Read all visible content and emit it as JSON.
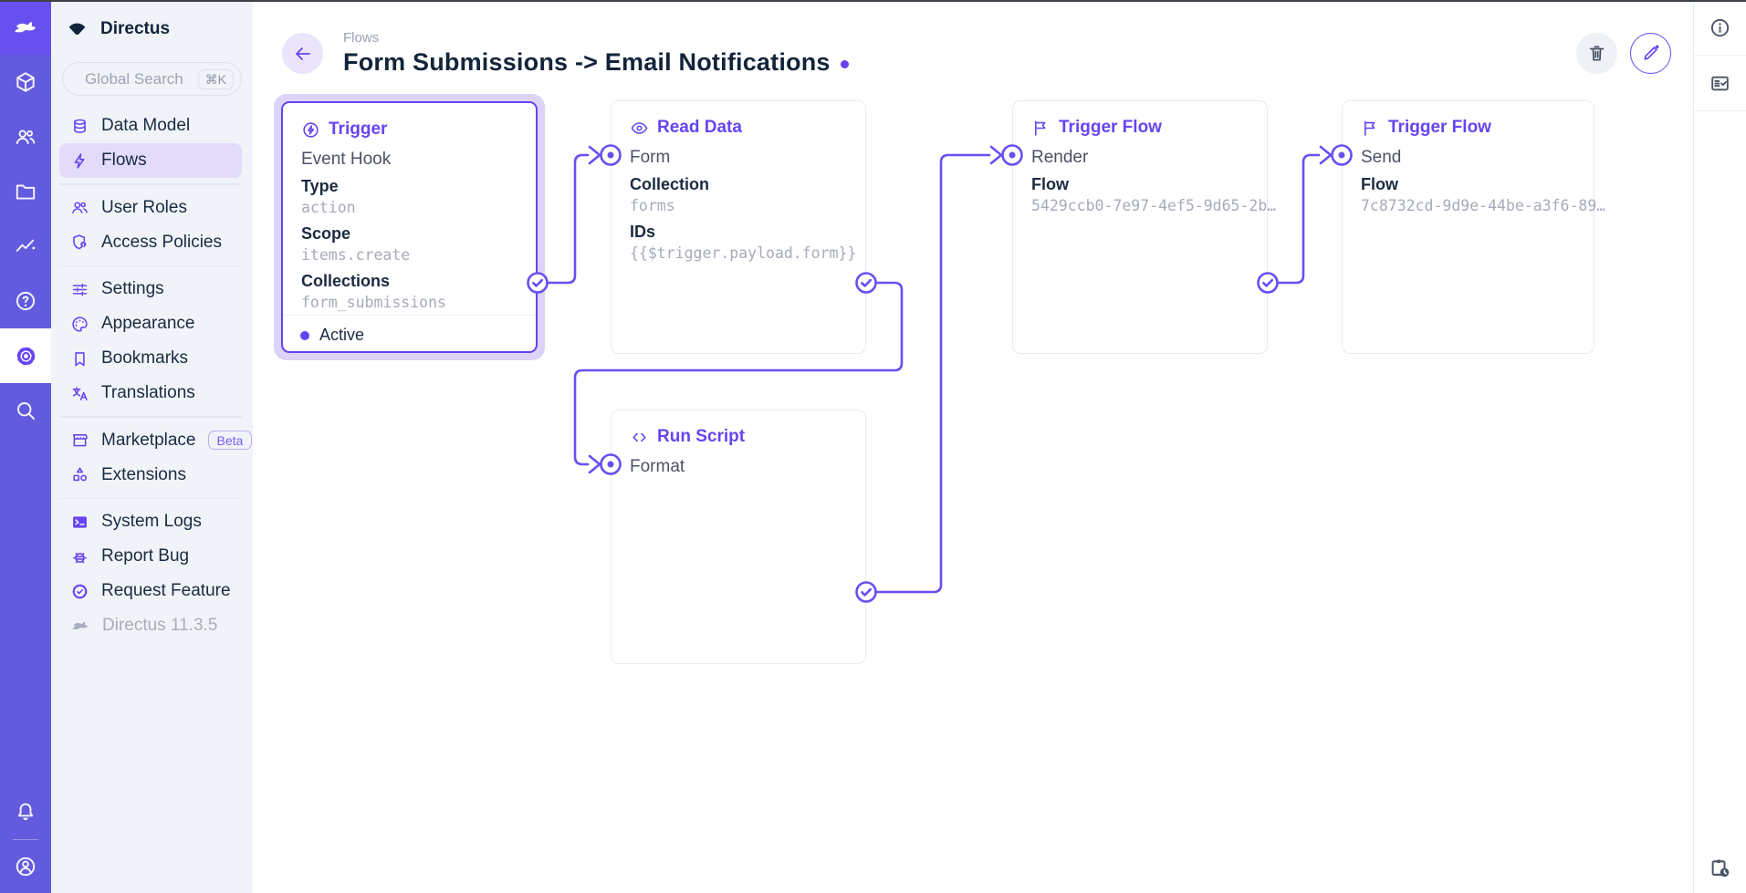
{
  "app": {
    "brand": "Directus"
  },
  "colors": {
    "accent": "#6644f2",
    "module_bar": "#625bde",
    "logo_tile": "#6750ee",
    "nav_background": "#f0f4f9",
    "nav_active_background": "#e2dcfa",
    "heading_text": "#13243a",
    "muted_mono_text": "#a6abba",
    "selected_glow": "#dcd3fa"
  },
  "module_bar": {
    "modules": [
      {
        "icon": "box-icon"
      },
      {
        "icon": "people-icon"
      },
      {
        "icon": "folder-icon"
      },
      {
        "icon": "insights-icon"
      },
      {
        "icon": "help-icon"
      },
      {
        "icon": "settings-icon",
        "active": true
      },
      {
        "icon": "search-icon"
      }
    ],
    "bottom": [
      {
        "icon": "bell-icon"
      },
      {
        "icon": "account-icon"
      }
    ]
  },
  "sidebar": {
    "project_name": "Directus",
    "search": {
      "placeholder": "Global Search",
      "shortcut": "⌘K"
    },
    "sections": [
      {
        "items": [
          {
            "label": "Data Model",
            "icon": "database-icon"
          },
          {
            "label": "Flows",
            "icon": "bolt-icon",
            "active": true
          }
        ]
      },
      {
        "items": [
          {
            "label": "User Roles",
            "icon": "people-icon"
          },
          {
            "label": "Access Policies",
            "icon": "shield-lock-icon"
          }
        ]
      },
      {
        "items": [
          {
            "label": "Settings",
            "icon": "tune-icon"
          },
          {
            "label": "Appearance",
            "icon": "palette-icon"
          },
          {
            "label": "Bookmarks",
            "icon": "bookmark-icon"
          },
          {
            "label": "Translations",
            "icon": "translate-icon"
          }
        ]
      },
      {
        "items": [
          {
            "label": "Marketplace",
            "icon": "storefront-icon",
            "badge": "Beta"
          },
          {
            "label": "Extensions",
            "icon": "extension-icon"
          }
        ]
      },
      {
        "items": [
          {
            "label": "System Logs",
            "icon": "terminal-icon"
          },
          {
            "label": "Report Bug",
            "icon": "bug-icon"
          },
          {
            "label": "Request Feature",
            "icon": "seal-check-icon"
          }
        ]
      }
    ],
    "version": "Directus 11.3.5"
  },
  "header": {
    "breadcrumb": "Flows",
    "title": "Form Submissions -> Email Notifications",
    "unsaved_dot": true,
    "toolbar": [
      {
        "icon": "trash-icon"
      },
      {
        "icon": "pencil-icon"
      }
    ]
  },
  "canvas": {
    "panels": [
      {
        "id": "trigger",
        "type_label": "Trigger",
        "icon": "bolt-circle-icon",
        "name": "Event Hook",
        "fields": [
          {
            "label": "Type",
            "value": "action"
          },
          {
            "label": "Scope",
            "value": "items.create"
          },
          {
            "label": "Collections",
            "value": "form_submissions"
          }
        ],
        "status": "Active",
        "selected": true
      },
      {
        "id": "read-data",
        "type_label": "Read Data",
        "icon": "eye-icon",
        "name": "Form",
        "fields": [
          {
            "label": "Collection",
            "value": "forms"
          },
          {
            "label": "IDs",
            "value": "{{$trigger.payload.form}}"
          }
        ]
      },
      {
        "id": "run-script",
        "type_label": "Run Script",
        "icon": "code-icon",
        "name": "Format",
        "fields": []
      },
      {
        "id": "trigger-flow-render",
        "type_label": "Trigger Flow",
        "icon": "flag-icon",
        "name": "Render",
        "fields": [
          {
            "label": "Flow",
            "value": "5429ccb0-7e97-4ef5-9d65-2b…"
          }
        ]
      },
      {
        "id": "trigger-flow-send",
        "type_label": "Trigger Flow",
        "icon": "flag-icon",
        "name": "Send",
        "fields": [
          {
            "label": "Flow",
            "value": "7c8732cd-9d9e-44be-a3f6-89…"
          }
        ]
      }
    ]
  },
  "right_sidebar": {
    "icons": [
      {
        "icon": "info-icon"
      },
      {
        "icon": "fact-check-icon"
      },
      {
        "icon": "pending-actions-icon"
      }
    ]
  }
}
